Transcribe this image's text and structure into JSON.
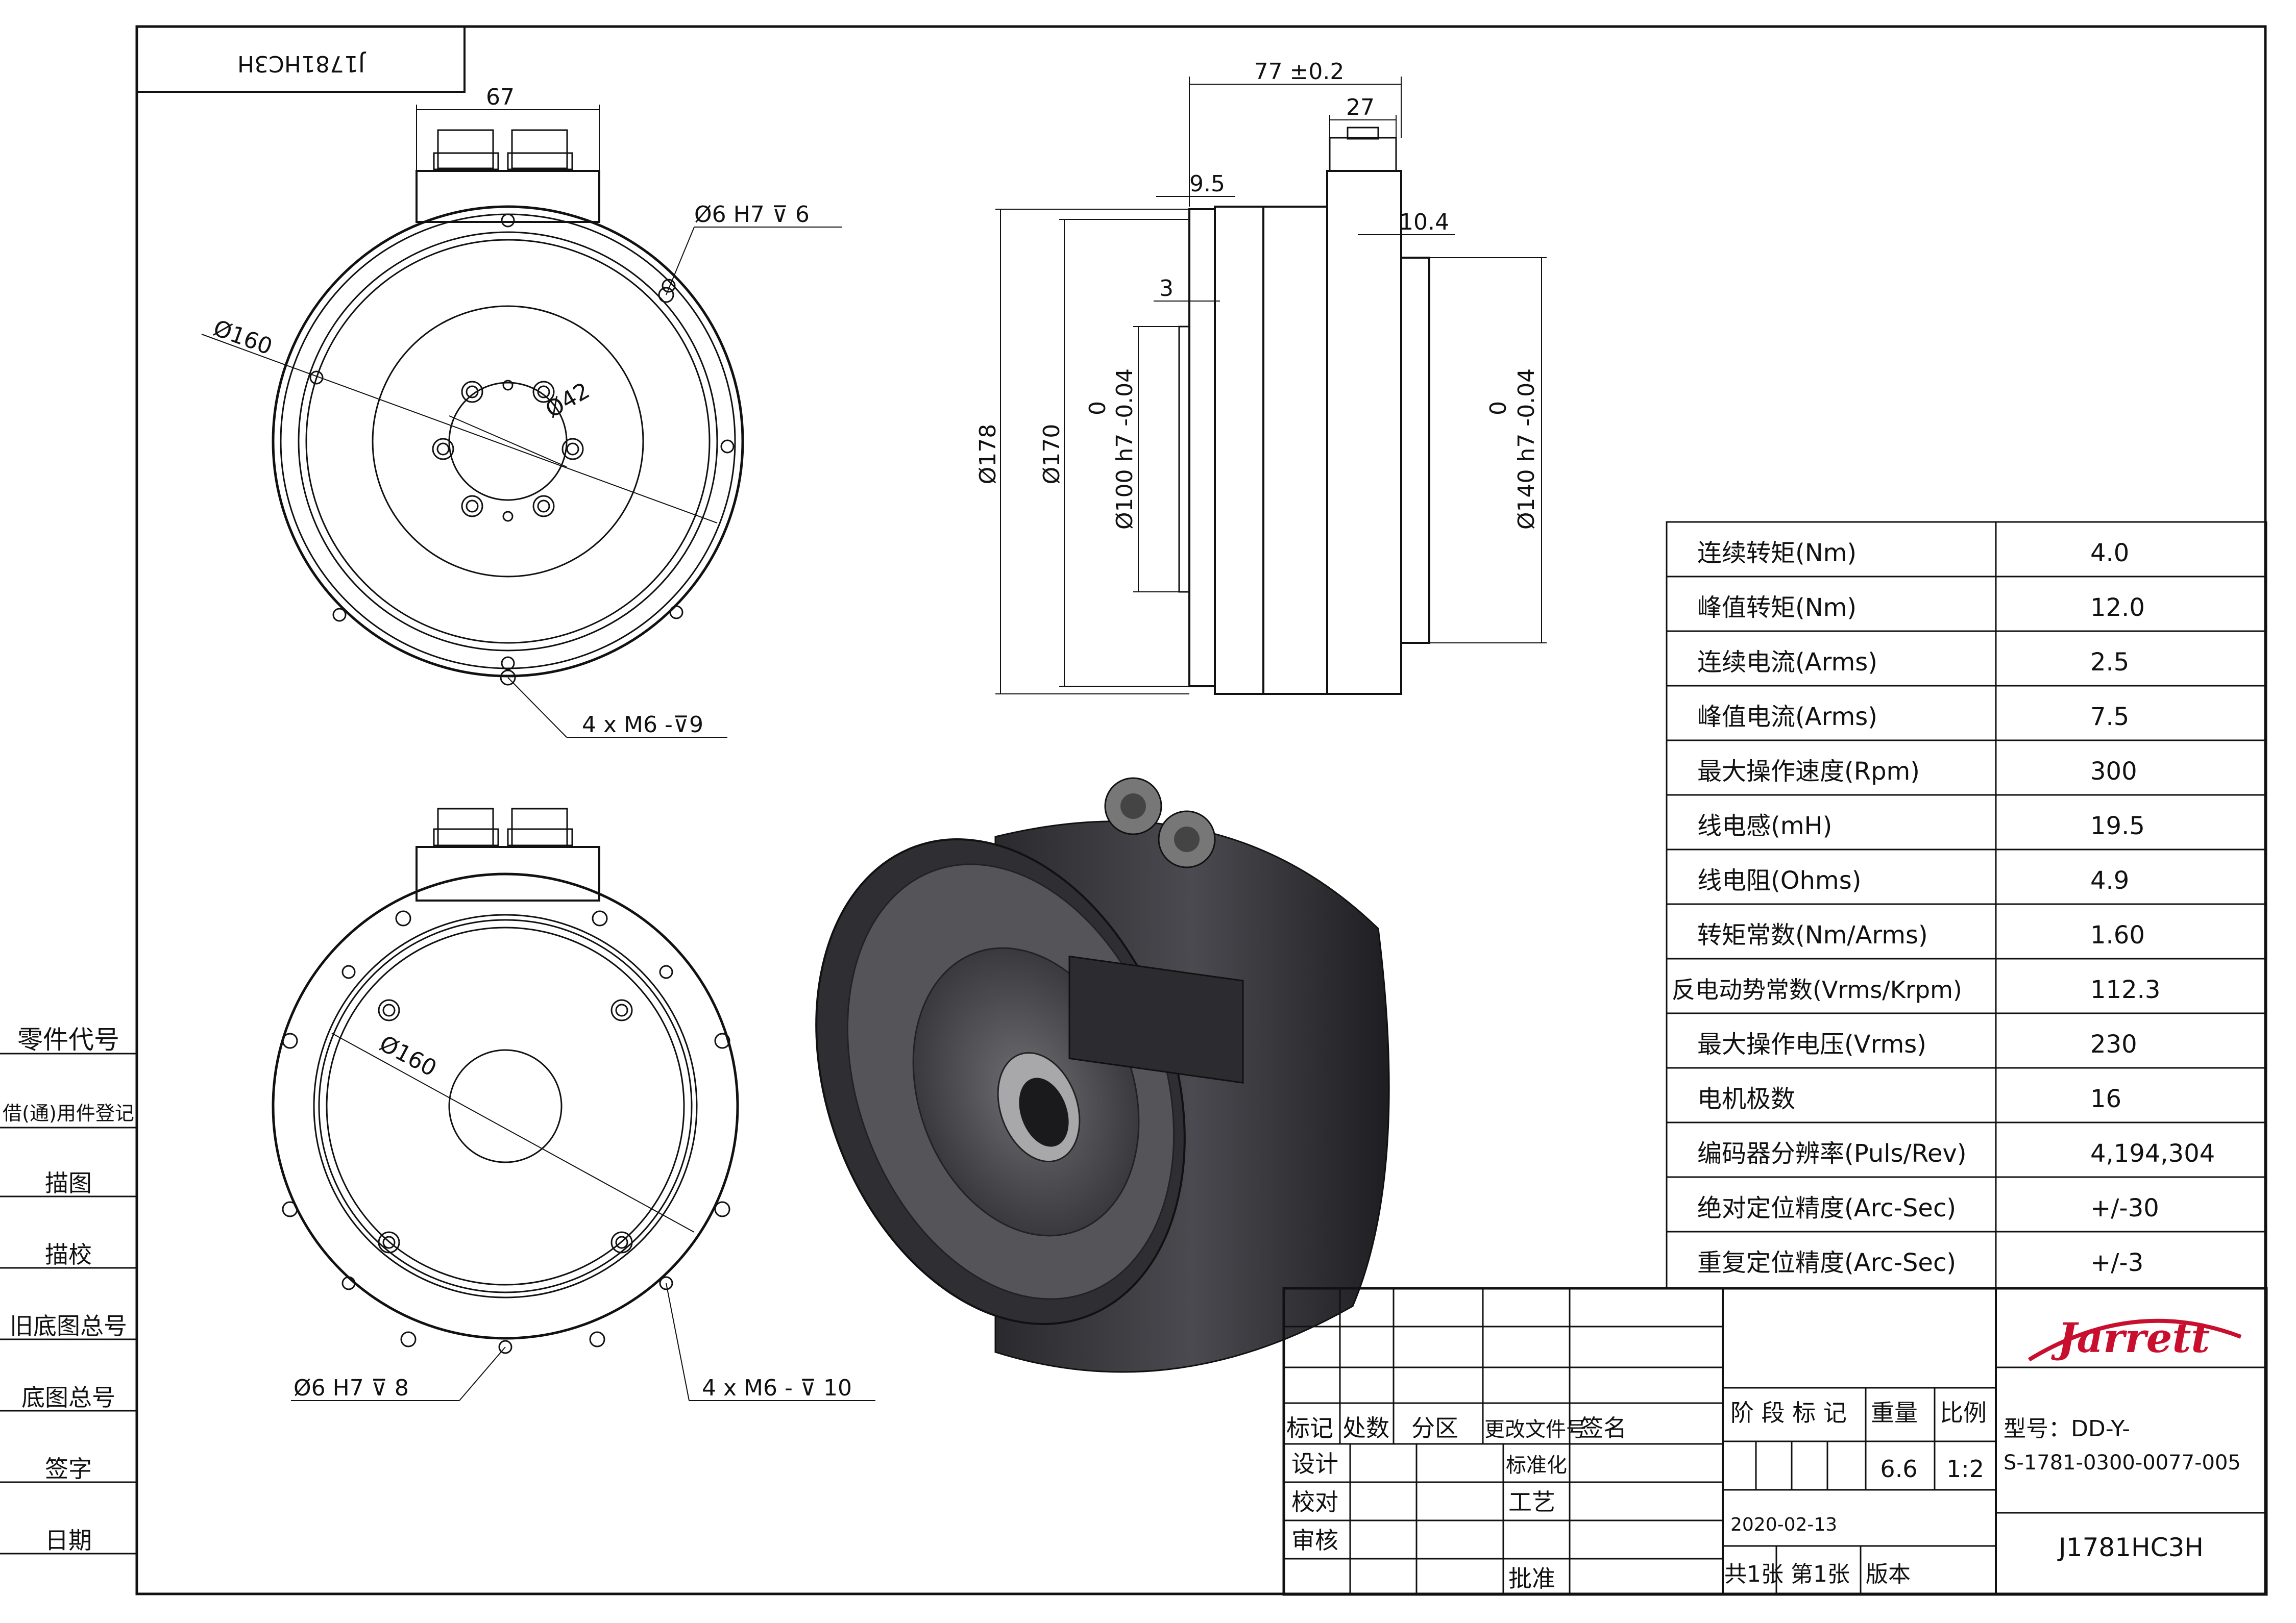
{
  "drawing_id_mirrored": "J1781HC3H",
  "front_view": {
    "width_dim": "67",
    "pin_hole": "Ø6 H7 ⊽ 6",
    "outer_dia": "Ø160",
    "inner_dia": "Ø42",
    "holes": "4 x M6 -⊽9"
  },
  "rear_view": {
    "outer_dia": "Ø160",
    "pin_hole": "Ø6 H7 ⊽ 8",
    "holes": "4 x M6 - ⊽ 10"
  },
  "side_view": {
    "length": "77 ±0.2",
    "conn_width": "27",
    "flange": "9.5",
    "boss": "10.4",
    "step": "3",
    "d178": "Ø178",
    "d170": "Ø170",
    "d100": "Ø100 h7 -0.04",
    "d100_zero": "0",
    "d140": "Ø140 h7 -0.04",
    "d140_zero": "0"
  },
  "specs": [
    {
      "label": "连续转矩(Nm)",
      "value": "4.0"
    },
    {
      "label": "峰值转矩(Nm)",
      "value": "12.0"
    },
    {
      "label": "连续电流(Arms)",
      "value": "2.5"
    },
    {
      "label": "峰值电流(Arms)",
      "value": "7.5"
    },
    {
      "label": "最大操作速度(Rpm)",
      "value": "300"
    },
    {
      "label": "线电感(mH)",
      "value": "19.5"
    },
    {
      "label": "线电阻(Ohms)",
      "value": "4.9"
    },
    {
      "label": "转矩常数(Nm/Arms)",
      "value": "1.60"
    },
    {
      "label": "反电动势常数(Vrms/Krpm)",
      "value": "112.3"
    },
    {
      "label": "最大操作电压(Vrms)",
      "value": "230"
    },
    {
      "label": "电机极数",
      "value": "16"
    },
    {
      "label": "编码器分辨率(Puls/Rev)",
      "value": "4,194,304"
    },
    {
      "label": "绝对定位精度(Arc-Sec)",
      "value": "+/-30"
    },
    {
      "label": "重复定位精度(Arc-Sec)",
      "value": "+/-3"
    }
  ],
  "left_margin": [
    "零件代号",
    "借(通)用件登记",
    "描图",
    "描校",
    "旧底图总号",
    "底图总号",
    "签字",
    "日期"
  ],
  "title_block": {
    "rev_headers": [
      "标记",
      "处数",
      "分区",
      "更改文件号",
      "签名"
    ],
    "roles": [
      "设计",
      "校对",
      "审核"
    ],
    "roles_right": [
      "标准化",
      "工艺",
      "批准"
    ],
    "stage_label": "阶 段 标 记",
    "weight_label": "重量",
    "scale_label": "比例",
    "weight": "6.6",
    "scale": "1:2",
    "date": "2020-02-13",
    "sheets": "共1张  第1张",
    "version_label": "版本",
    "logo": "Jarrett",
    "model_line1": "型号：DD-Y-",
    "model_line2": "S-1781-0300-0077-005",
    "drawing_no": "J1781HC3H"
  }
}
